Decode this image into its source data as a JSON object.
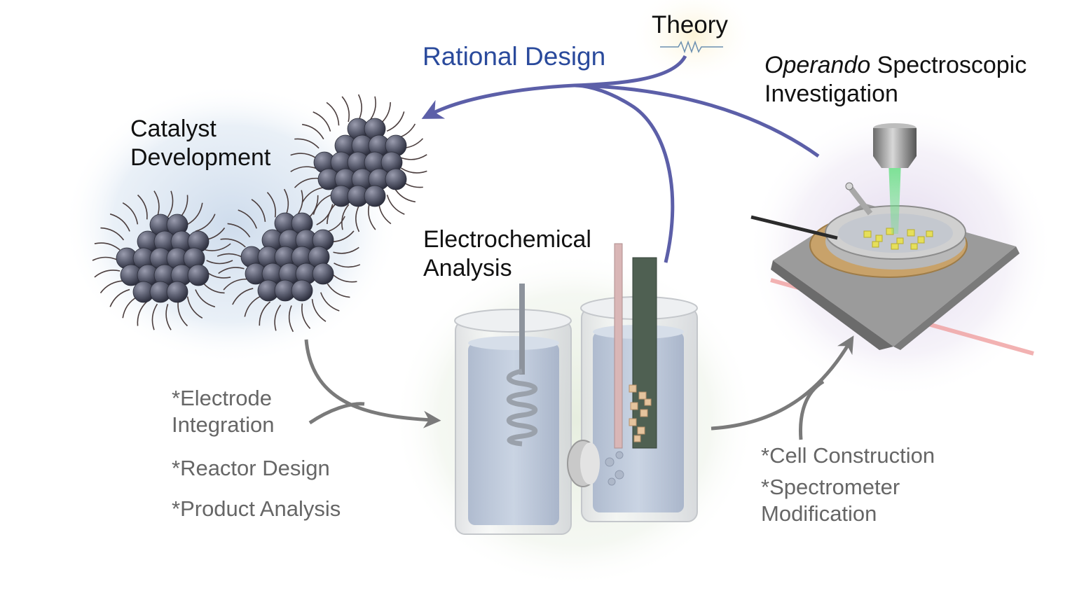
{
  "labels": {
    "catalyst_line1": "Catalyst",
    "catalyst_line2": "Development",
    "electro_line1": "Electrochemical",
    "electro_line2": "Analysis",
    "operando_italic": "Operando",
    "operando_rest": " Spectroscopic",
    "operando_line2": "Investigation",
    "theory": "Theory",
    "rational_design": "Rational Design"
  },
  "steps": {
    "electrode_line1": "*Electrode",
    "electrode_line2": "Integration",
    "reactor": "*Reactor Design",
    "product": "*Product Analysis",
    "cell": "*Cell Construction",
    "spectrometer_line1": "*Spectrometer",
    "spectrometer_line2": "Modification"
  },
  "icons": {
    "nanoparticle_clusters": "nanoparticle-cluster-icon",
    "h_cell": "h-cell-reactor-icon",
    "spectro_cell": "spectroscopic-cell-icon",
    "theory": "resistor-squiggle-icon"
  },
  "colors": {
    "rational_arrow": "#5c5fa8",
    "process_arrow": "#7a7a7a",
    "rational_text": "#2a4a9c",
    "step_text": "#666666",
    "particle": "#5d6072",
    "laser_green": "#6fe08a",
    "laser_red": "#f0a0a0",
    "crystal_yellow": "#e6df5a",
    "copper_ring": "#c8a26a"
  }
}
